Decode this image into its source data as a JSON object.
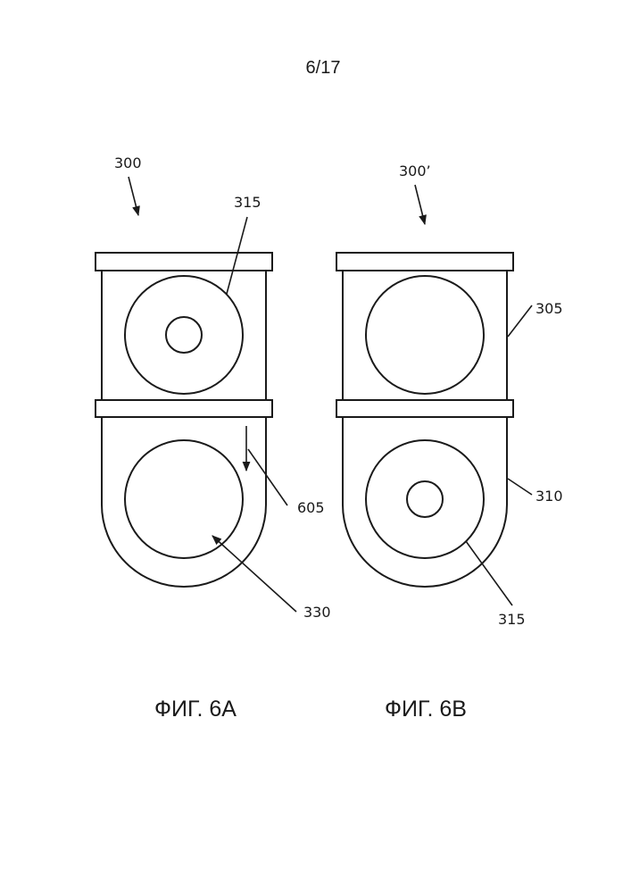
{
  "page_number": "6/17",
  "figure_a": {
    "caption": "ФИГ. 6А",
    "device_label": "300",
    "upper_disc_label": "315",
    "arrow_label": "605",
    "lower_disc_label": "330"
  },
  "figure_b": {
    "caption": "ФИГ. 6В",
    "device_label": "300’",
    "upper_housing_label": "305",
    "lower_housing_label": "310",
    "lower_disc_label": "315"
  },
  "colors": {
    "ink": "#1a1a1a",
    "paper": "#ffffff"
  }
}
